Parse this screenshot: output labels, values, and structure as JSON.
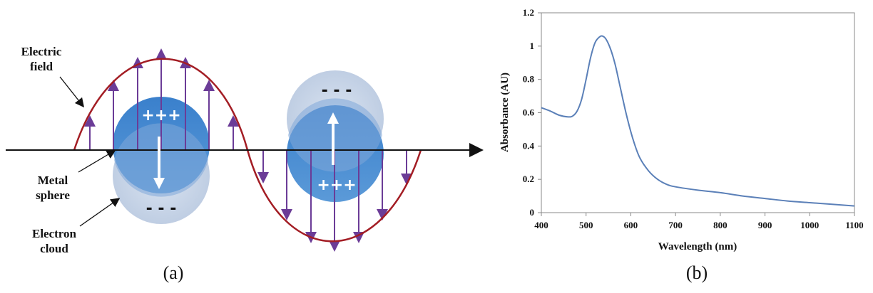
{
  "panel_a": {
    "labels": {
      "electric_field": [
        "Electric",
        "field"
      ],
      "metal_sphere": [
        "Metal",
        "sphere"
      ],
      "electron_cloud": [
        "Electron",
        "cloud"
      ]
    },
    "sphere_left": {
      "top_charge": "+++",
      "bottom_charge": "- - -"
    },
    "sphere_right": {
      "top_charge": "- - -",
      "bottom_charge": "+++"
    },
    "caption": "(a)",
    "colors": {
      "wave": "#a31d24",
      "field_arrows": "#6b3c97",
      "sphere": "#3f86cf",
      "cloud": "#c5d3e6"
    }
  },
  "panel_b": {
    "caption": "(b)"
  },
  "chart_data": {
    "type": "line",
    "xlabel": "Wavelength (nm)",
    "ylabel": "Absorbance (AU)",
    "xlim": [
      400,
      1100
    ],
    "ylim": [
      0,
      1.2
    ],
    "xticks": [
      400,
      500,
      600,
      700,
      800,
      900,
      1000,
      1100
    ],
    "yticks": [
      0,
      0.2,
      0.4,
      0.6,
      0.8,
      1,
      1.2
    ],
    "ytick_labels": [
      "0",
      "0.2",
      "0.4",
      "0.6",
      "0.8",
      "1",
      "1.2"
    ],
    "grid": false,
    "series": [
      {
        "color": "#5b80b8",
        "x": [
          400,
          420,
          440,
          460,
          470,
          480,
          490,
          500,
          510,
          520,
          530,
          537,
          545,
          555,
          565,
          575,
          590,
          605,
          620,
          640,
          660,
          680,
          700,
          750,
          800,
          850,
          900,
          950,
          1000,
          1050,
          1100
        ],
        "y": [
          0.63,
          0.61,
          0.585,
          0.575,
          0.58,
          0.61,
          0.68,
          0.8,
          0.93,
          1.02,
          1.055,
          1.06,
          1.04,
          0.98,
          0.89,
          0.77,
          0.59,
          0.44,
          0.33,
          0.25,
          0.2,
          0.17,
          0.155,
          0.135,
          0.12,
          0.1,
          0.085,
          0.07,
          0.06,
          0.05,
          0.04
        ]
      }
    ]
  }
}
